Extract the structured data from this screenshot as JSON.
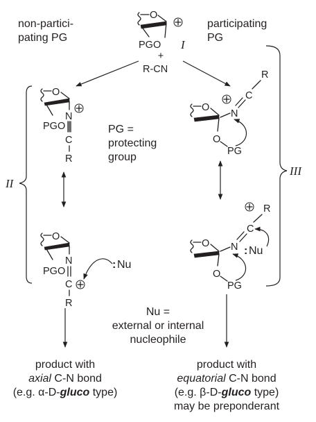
{
  "labels": {
    "non_participating_1": "non-partici-",
    "non_participating_2": "pating PG",
    "participating_1": "participating",
    "participating_2": "PG",
    "roman_I": "I",
    "roman_II": "II",
    "roman_III": "III",
    "pg_def_1": "PG =",
    "pg_def_2": "protecting",
    "pg_def_3": "group",
    "nu_def_1": "Nu =",
    "nu_def_2": "external or internal",
    "nu_def_3": "nucleophile"
  },
  "atoms": {
    "O": "O",
    "N": "N",
    "C": "C",
    "R": "R",
    "PGO": "PGO",
    "PG": "PG",
    "plus_sign": "+",
    "nitrile": "R-CN",
    "nucleophile": "Nu",
    "lone_pair": ":"
  },
  "products": {
    "left": {
      "line1": "product with",
      "line2_em": "axial",
      "line2_rest": " C-N bond",
      "line3_pre": "(e.g. α-D-",
      "line3_em": "gluco",
      "line3_post": " type)"
    },
    "right": {
      "line1": "product with",
      "line2_em": "equatorial",
      "line2_rest": " C-N bond",
      "line3_pre": "(e.g. β-D-",
      "line3_em": "gluco",
      "line3_post": " type)",
      "line4": "may be preponderant"
    }
  }
}
